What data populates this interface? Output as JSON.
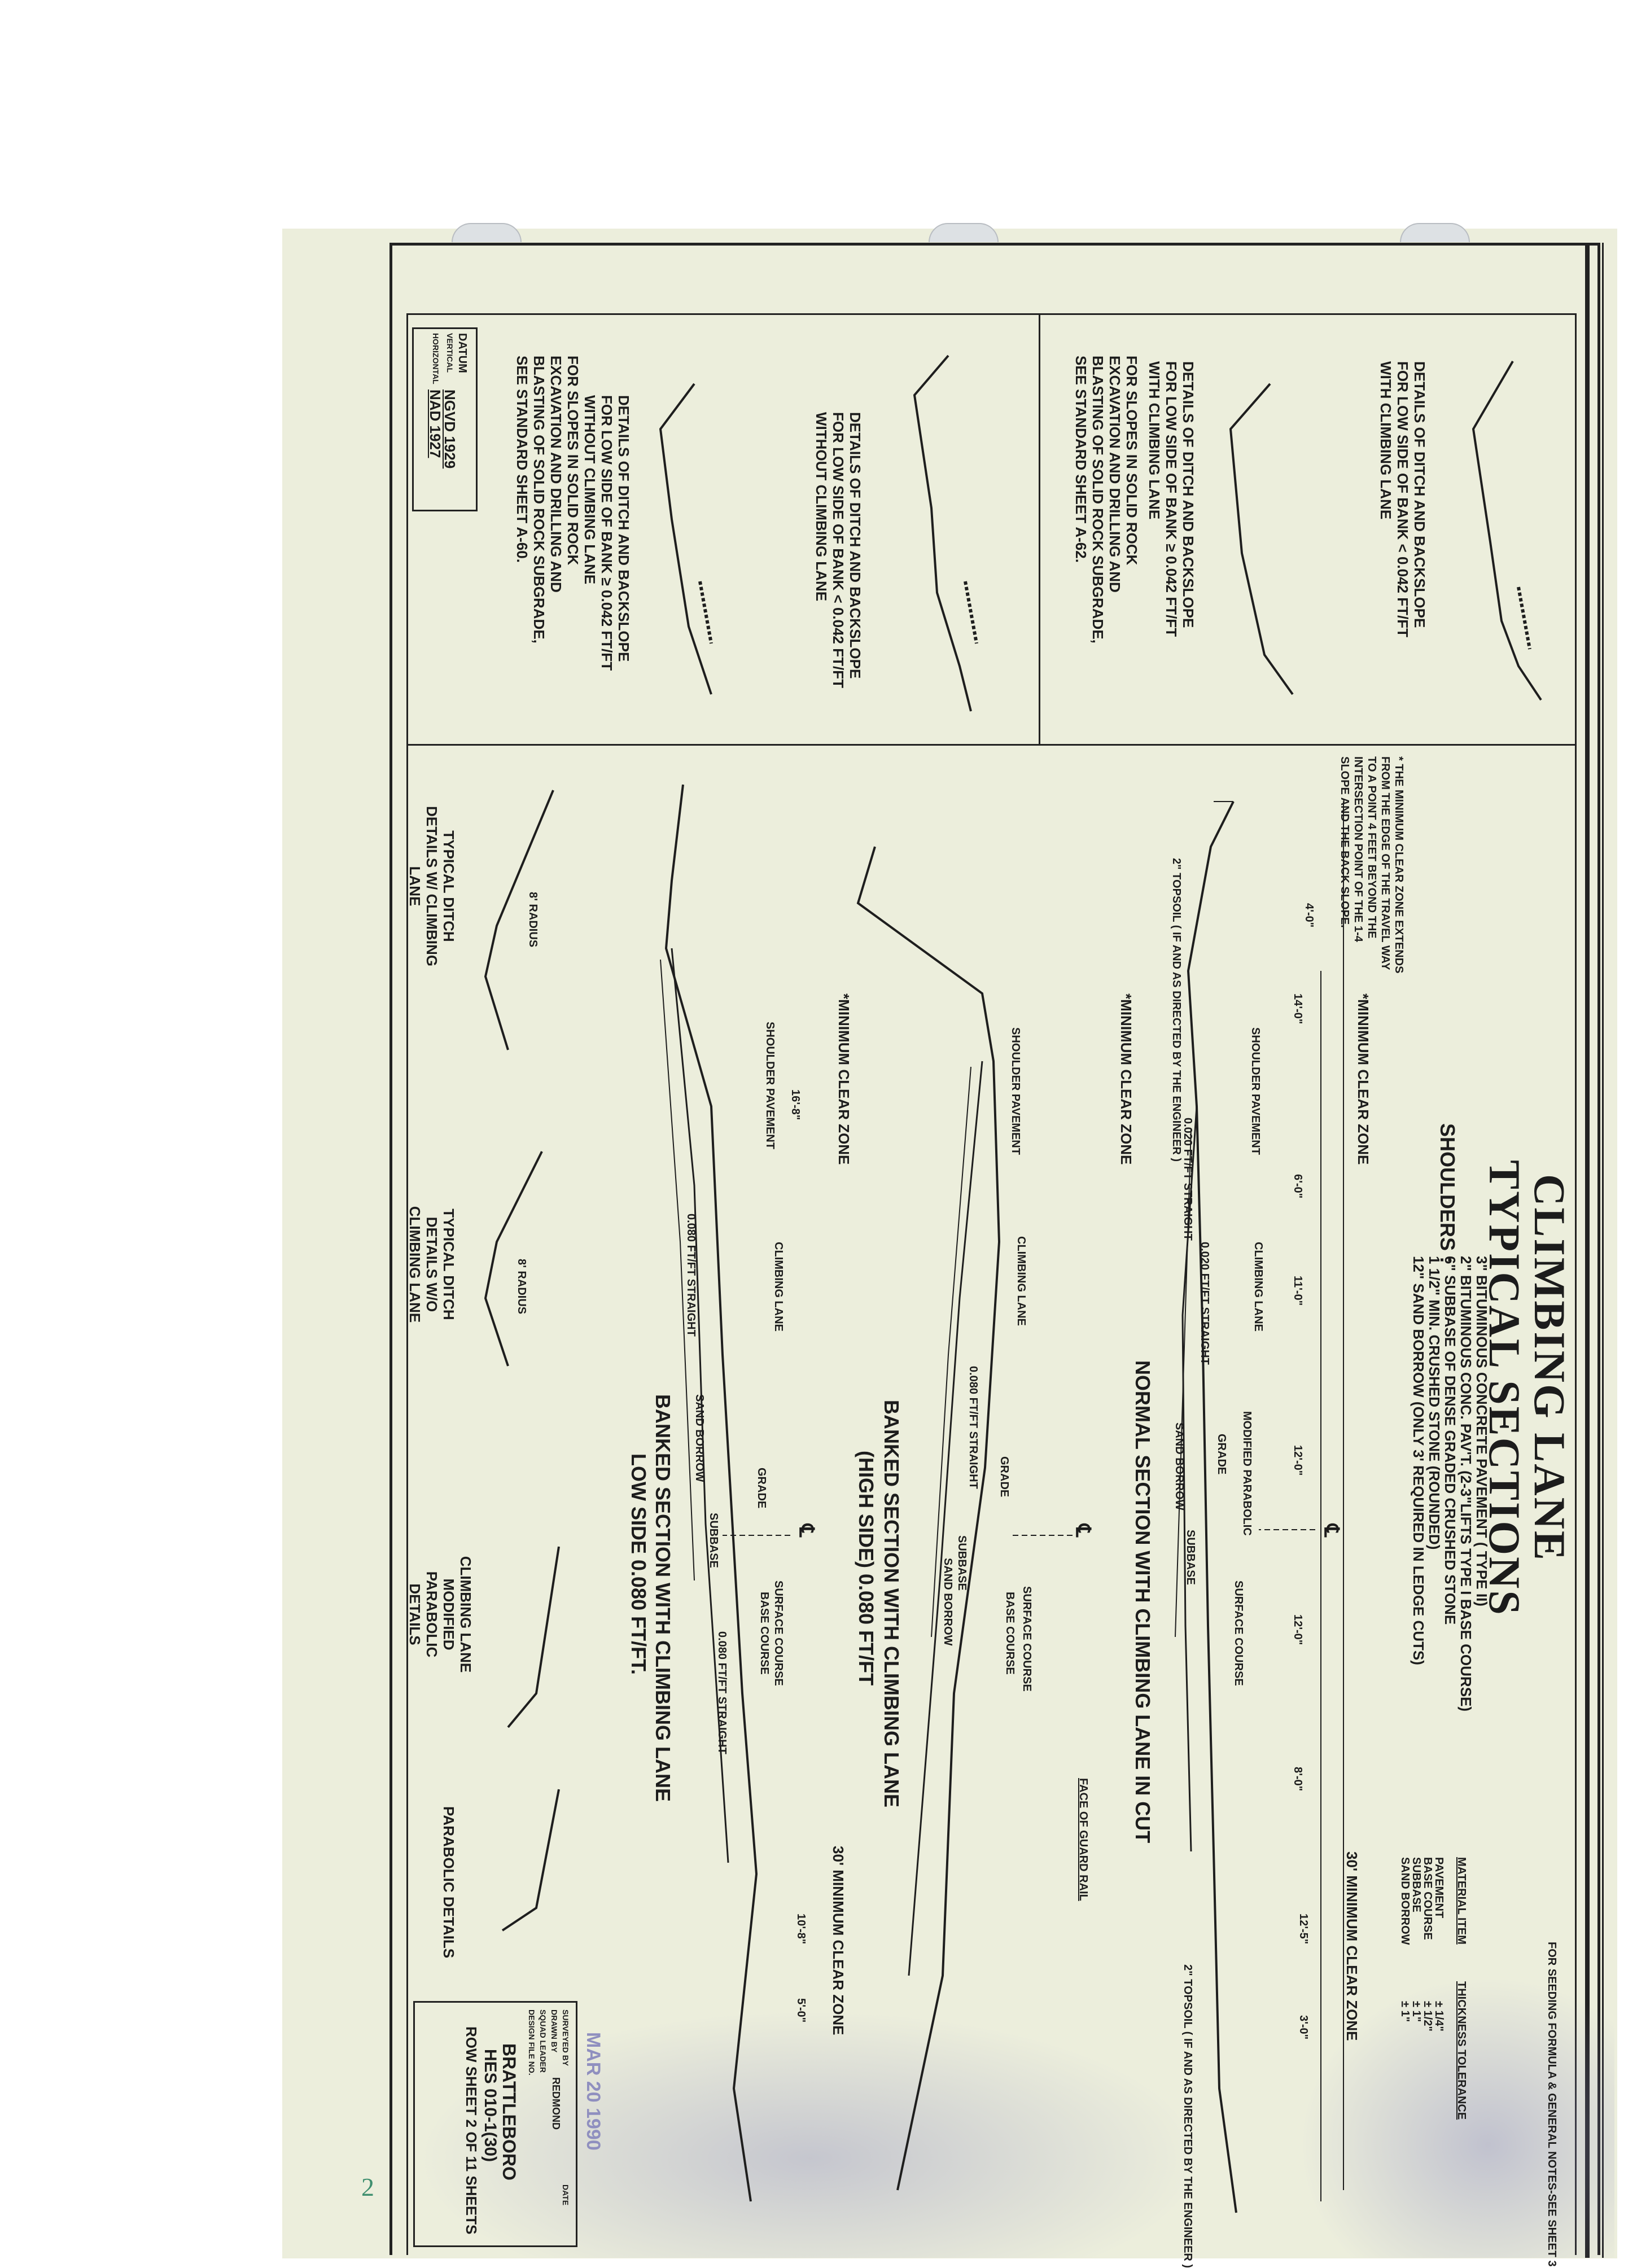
{
  "sheet": {
    "title_line1": "CLIMBING  LANE",
    "title_line2": "TYPICAL  SECTIONS",
    "shoulders_label": "SHOULDERS :",
    "shoulder_specs": [
      "3\" BITUMINOUS CONCRETE PAVEMENT ( TYPE II)",
      "2\" BITUMINOUS CONC. PAV'T. (2-3\"LIFTS TYPE I BASE COURSE)",
      "6\" SUBBASE OF DENSE GRADED CRUSHED STONE",
      "1 1/2\" MIN. CRUSHED STONE (ROUNDED)",
      "12\" SAND BORROW (ONLY 3' REQUIRED IN LEDGE CUTS)"
    ],
    "seeding_note": "FOR SEEDING FORMULA & GENERAL NOTES-SEE SHEET 3",
    "material_table": {
      "header_item": "MATERIAL ITEM",
      "header_tol": "THICKNESS TOLERANCE",
      "rows": [
        {
          "item": "PAVEMENT",
          "tol": "± 1/4\""
        },
        {
          "item": "BASE COURSE",
          "tol": "± 1/2\""
        },
        {
          "item": "SUBBASE",
          "tol": "± 1\""
        },
        {
          "item": "SAND BORROW",
          "tol": "± 1\""
        }
      ]
    },
    "min_clear_zone_note": "* THE MINIMUM CLEAR ZONE EXTENDS FROM THE EDGE OF THE TRAVEL WAY TO A POINT 4 FEET BEYOND THE INTERSECTION POINT OF THE 1-4 SLOPE AND THE BACK SLOPE.",
    "sections": {
      "normal_cut": "NORMAL  SECTION  WITH  CLIMBING  LANE  IN  CUT",
      "banked_high": "BANKED SECTION WITH CLIMBING LANE",
      "banked_high_sub": "(HIGH SIDE) 0.080 FT/FT",
      "banked_low": "BANKED SECTION WITH CLIMBING LANE",
      "banked_low_sub": "LOW SIDE 0.080 FT/FT."
    },
    "labels": {
      "min_clear_zone": "*MINIMUM  CLEAR  ZONE",
      "clear_zone_30": "30' MINIMUM CLEAR ZONE",
      "shoulder_pavement": "SHOULDER PAVEMENT",
      "climbing_lane": "CLIMBING LANE",
      "topsoil": "2\" TOPSOIL",
      "topsoil_note": "2\" TOPSOIL ( IF AND AS DIRECTED BY THE ENGINEER )",
      "grade": "GRADE",
      "subbase": "SUBBASE",
      "sand_borrow": "SAND BORROW",
      "surface_course": "SURFACE COURSE",
      "base_course": "BASE COURSE",
      "modified_parabolic": "MODIFIED PARABOLIC",
      "face_guard_rail": "FACE OF GUARD RAIL",
      "cl": "℄",
      "straight_080": "0.080 FT/FT STRAIGHT",
      "straight_020": "0.020 FT/FT STRAIGHT",
      "dims": [
        "4'-0\"",
        "14'-0\"",
        "6'-0\"",
        "11'-0\"",
        "12'-0\"",
        "8'-0\"",
        "12'-5\"",
        "3'-0\"",
        "16'-8\"",
        "10'-8\"",
        "5'-0\""
      ]
    },
    "ditch_details": [
      {
        "caption": "DETAILS OF DITCH AND BACKSLOPE FOR LOW SIDE OF BANK < 0.042 FT/FT WITH CLIMBING LANE"
      },
      {
        "caption": "DETAILS OF DITCH AND BACKSLOPE FOR LOW SIDE OF BANK ≥ 0.042 FT/FT WITH CLIMBING LANE"
      },
      {
        "caption": "DETAILS OF DITCH AND BACKSLOPE FOR LOW SIDE OF BANK < 0.042 FT/FT WITHOUT CLIMBING LANE"
      },
      {
        "caption": "DETAILS OF DITCH AND BACKSLOPE FOR LOW SIDE OF BANK ≥ 0.042 FT/FT WITHOUT CLIMBING LANE"
      }
    ],
    "rock_note_1": "FOR SLOPES IN SOLID ROCK EXCAVATION AND DRILLING AND BLASTING OF SOLID ROCK SUBGRADE, SEE STANDARD SHEET A-62.",
    "rock_note_2": "FOR SLOPES IN SOLID ROCK EXCAVATION AND DRILLING AND BLASTING OF SOLID ROCK SUBGRADE, SEE STANDARD SHEET A-60.",
    "datum": {
      "label": "DATUM",
      "vertical_label": "VERTICAL",
      "vertical": "NGVD 1929",
      "horizontal_label": "HORIZONTAL",
      "horizontal": "NAD 1927"
    },
    "typical_ditch": [
      {
        "caption": "TYPICAL DITCH DETAILS W/ CLIMBING LANE",
        "radius": "8' RADIUS"
      },
      {
        "caption": "TYPICAL DITCH DETAILS W/O CLIMBING LANE",
        "radius": "8' RADIUS"
      }
    ],
    "parabolic": [
      {
        "caption": "CLIMBING LANE MODIFIED PARABOLIC DETAILS"
      },
      {
        "caption": "PARABOLIC DETAILS"
      }
    ],
    "title_block": {
      "surveyed_by": "SURVEYED BY",
      "drawn_by": "DRAWN BY",
      "drawn_by_name": "REDMOND",
      "squad_leader": "SQUAD LEADER",
      "design_file": "DESIGN FILE NO.",
      "project": "BRATTLEBORO",
      "project_no": "HES 010-1(30)",
      "sheet": "ROW SHEET 2 OF 11 SHEETS",
      "date_stamp": "MAR 20 1990",
      "date": "DATE"
    },
    "page_number": "2"
  }
}
